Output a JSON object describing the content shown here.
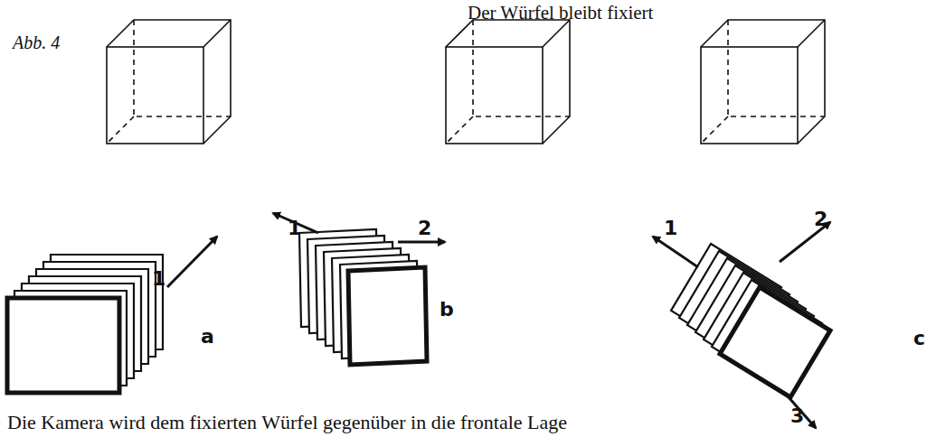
{
  "diagram": {
    "title": "Der Würfel bleibt fixiert",
    "labels": [
      "Abb. 4",
      "1",
      "a",
      "1",
      "2",
      "b",
      "1",
      "2",
      "3",
      "c",
      "Die Kamera wird dem fixierten Würfel gegenüber in die frontale Lage"
    ]
  }
}
